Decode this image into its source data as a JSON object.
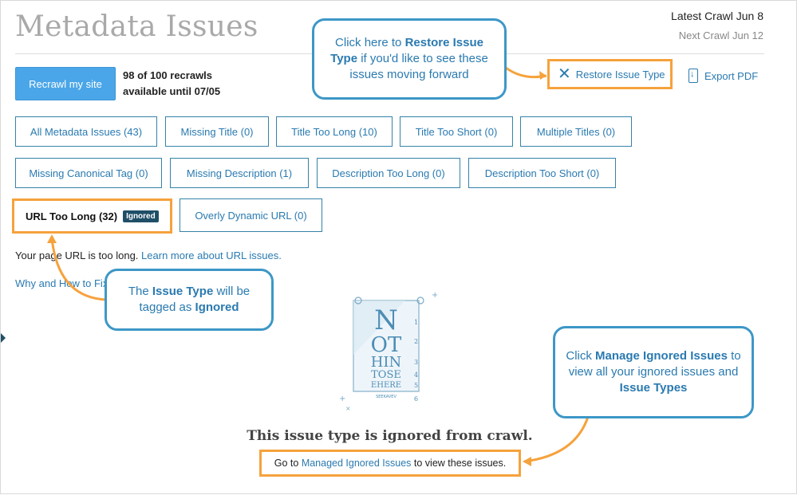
{
  "page": {
    "title": "Metadata Issues",
    "latest_crawl": "Latest Crawl Jun 8",
    "next_crawl": "Next Crawl Jun 12"
  },
  "toolbar": {
    "recrawl_label": "Recrawl my site",
    "recrawl_info_line1": "98 of 100 recrawls",
    "recrawl_info_line2": "available until 07/05",
    "restore_label": "Restore Issue Type",
    "export_label": "Export PDF"
  },
  "filters": [
    {
      "label": "All Metadata Issues (43)"
    },
    {
      "label": "Missing Title (0)"
    },
    {
      "label": "Title Too Long (10)"
    },
    {
      "label": "Title Too Short (0)"
    },
    {
      "label": "Multiple Titles (0)"
    },
    {
      "label": "Missing Canonical Tag (0)"
    },
    {
      "label": "Missing Description (1)"
    },
    {
      "label": "Description Too Long (0)"
    },
    {
      "label": "Description Too Short (0)"
    },
    {
      "label": "URL Too Long (32)",
      "badge": "Ignored",
      "active": true
    },
    {
      "label": "Overly Dynamic URL (0)"
    }
  ],
  "content": {
    "description_prefix": "Your page URL is too long.",
    "description_link": "Learn more about URL issues.",
    "why_link": "Why and How to Fix",
    "ignored_title": "This issue type is ignored from crawl.",
    "manage_prefix": "Go to",
    "manage_link": "Managed Ignored Issues",
    "manage_suffix": "to view these issues."
  },
  "illustration": {
    "lines": [
      "N",
      "OT",
      "HIN",
      "TOSE",
      "EHERE",
      "SEEKAVEV"
    ],
    "numbers": [
      "1",
      "2",
      "3",
      "4",
      "5",
      "6"
    ]
  },
  "callouts": {
    "restore": {
      "t1": "Click here to ",
      "b1": "Restore Issue Type",
      "t2": " if you'd like to see these issues moving forward"
    },
    "tagged": {
      "t1": "The ",
      "b1": "Issue Type",
      "t2": " will be tagged as ",
      "b2": "Ignored"
    },
    "manage": {
      "t1": "Click ",
      "b1": "Manage Ignored Issues",
      "t2": " to view all your ignored issues and ",
      "b2": "Issue Types"
    }
  },
  "colors": {
    "accent": "#2a7ab0",
    "highlight": "#f6a23c",
    "callout_border": "#3d97c7",
    "button": "#4aa6e8"
  }
}
